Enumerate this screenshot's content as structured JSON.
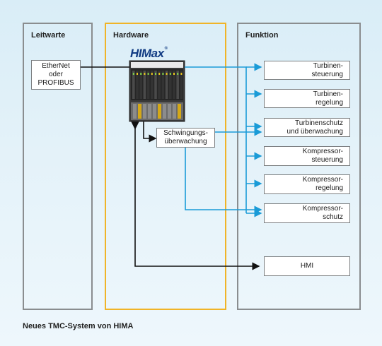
{
  "columns": {
    "left": "Leitwarte",
    "middle": "Hardware",
    "right": "Funktion"
  },
  "logo": {
    "text": "HIMax",
    "mark": "®"
  },
  "boxes": {
    "comm": "EtherNet\noder\nPROFIBUS",
    "vibration": "Schwingungs-\nüberwachung",
    "functions": [
      "Turbinen-\nsteuerung",
      "Turbinen-\nregelung",
      "Turbinenschutz\nund überwachung",
      "Kompressor-\nsteuerung",
      "Kompressor-\nregelung",
      "Kompressor-\nschutz"
    ],
    "hmi": "HMI"
  },
  "caption": "Neues TMC-System von HIMA",
  "colors": {
    "accent_blue": "#1a9bd7",
    "hardware_border": "#f0b428",
    "column_border": "#8a8d8f",
    "logo": "#123c84"
  }
}
